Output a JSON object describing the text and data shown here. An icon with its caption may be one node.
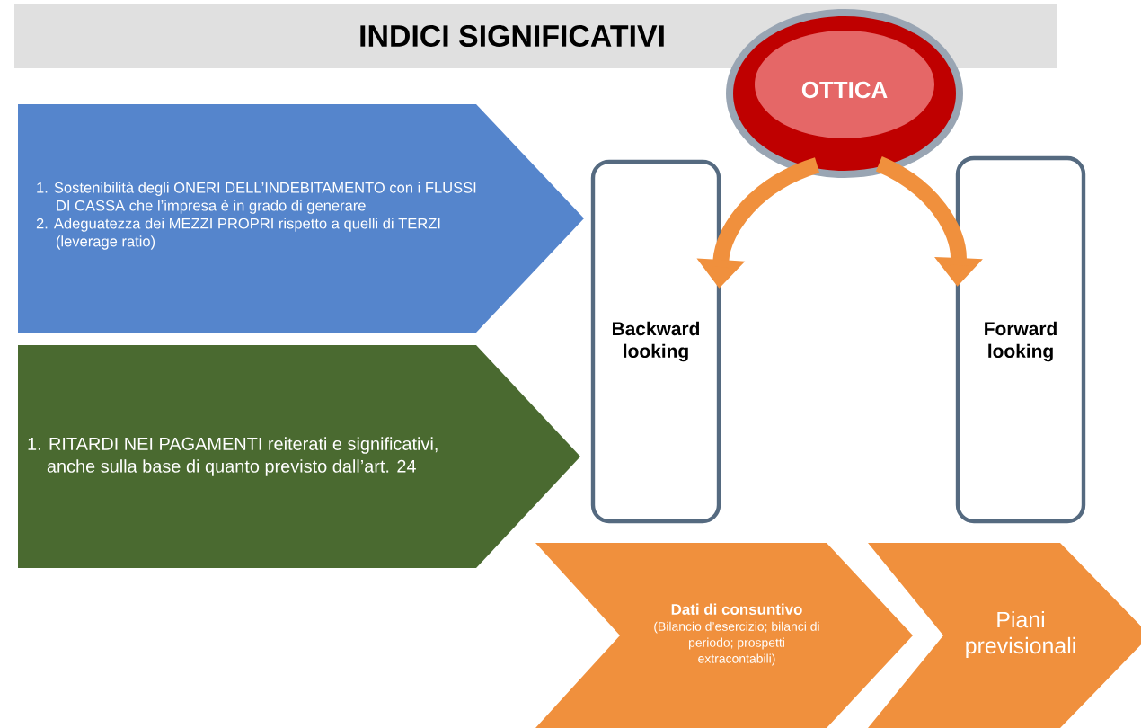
{
  "diagram": {
    "title": "INDICI SIGNIFICATIVI",
    "nodes": [
      {
        "text": [
          "1. Sostenibilità degli ONERI DELL’INDEBITAMENTO con i FLUSSI DI CASSA che l’impresa è in grado di generare",
          "2. Adeguatezza dei MEZZI PROPRI rispetto a quelli di TERZI (leverage ratio)"
        ]
      },
      {
        "text": [
          "1. RITARDI NEI PAGAMENTI reiterati e significativi, anche sulla base di quanto previsto dall’art. 24"
        ]
      },
      {
        "text": [
          "OTTICA"
        ]
      },
      {
        "text": [
          "Backward looking"
        ]
      },
      {
        "text": [
          "Forward looking"
        ]
      },
      {
        "text": [
          "Dati di consuntivo",
          "(Bilancio d’esercizio; bilanci di periodo; prospetti extracontabili)"
        ]
      },
      {
        "text": [
          "Piani previsionali"
        ]
      }
    ],
    "edges": [
      {
        "from": 2,
        "to": 3,
        "arrow": "to"
      },
      {
        "from": 2,
        "to": 4,
        "arrow": "to"
      }
    ]
  }
}
